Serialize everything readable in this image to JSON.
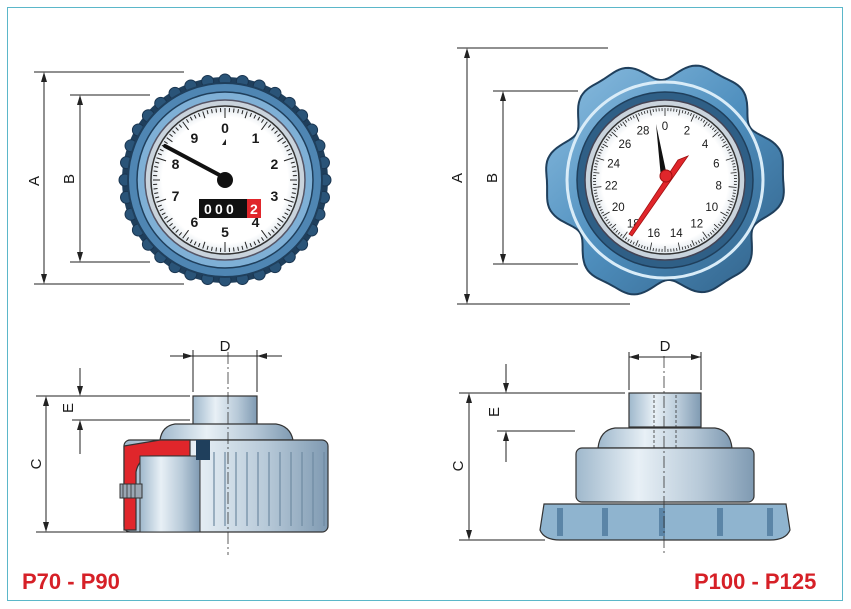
{
  "models": {
    "left": "P70 - P90",
    "right": "P100 - P125"
  },
  "dimensions": {
    "a": "A",
    "b": "B",
    "c": "C",
    "d": "D",
    "e": "E"
  },
  "dial_small": {
    "numbers": [
      "0",
      "1",
      "2",
      "3",
      "4",
      "5",
      "6",
      "7",
      "8",
      "9"
    ],
    "counter": [
      "0",
      "0",
      "0",
      "2"
    ]
  },
  "dial_large": {
    "numbers": [
      "0",
      "2",
      "4",
      "6",
      "8",
      "10",
      "12",
      "14",
      "16",
      "18",
      "20",
      "22",
      "24",
      "26",
      "28"
    ]
  },
  "colors": {
    "frame": "#5bb7c9",
    "model_text": "#d62027",
    "knob_blue": "#3a6f9a",
    "section_red": "#e0262b"
  }
}
